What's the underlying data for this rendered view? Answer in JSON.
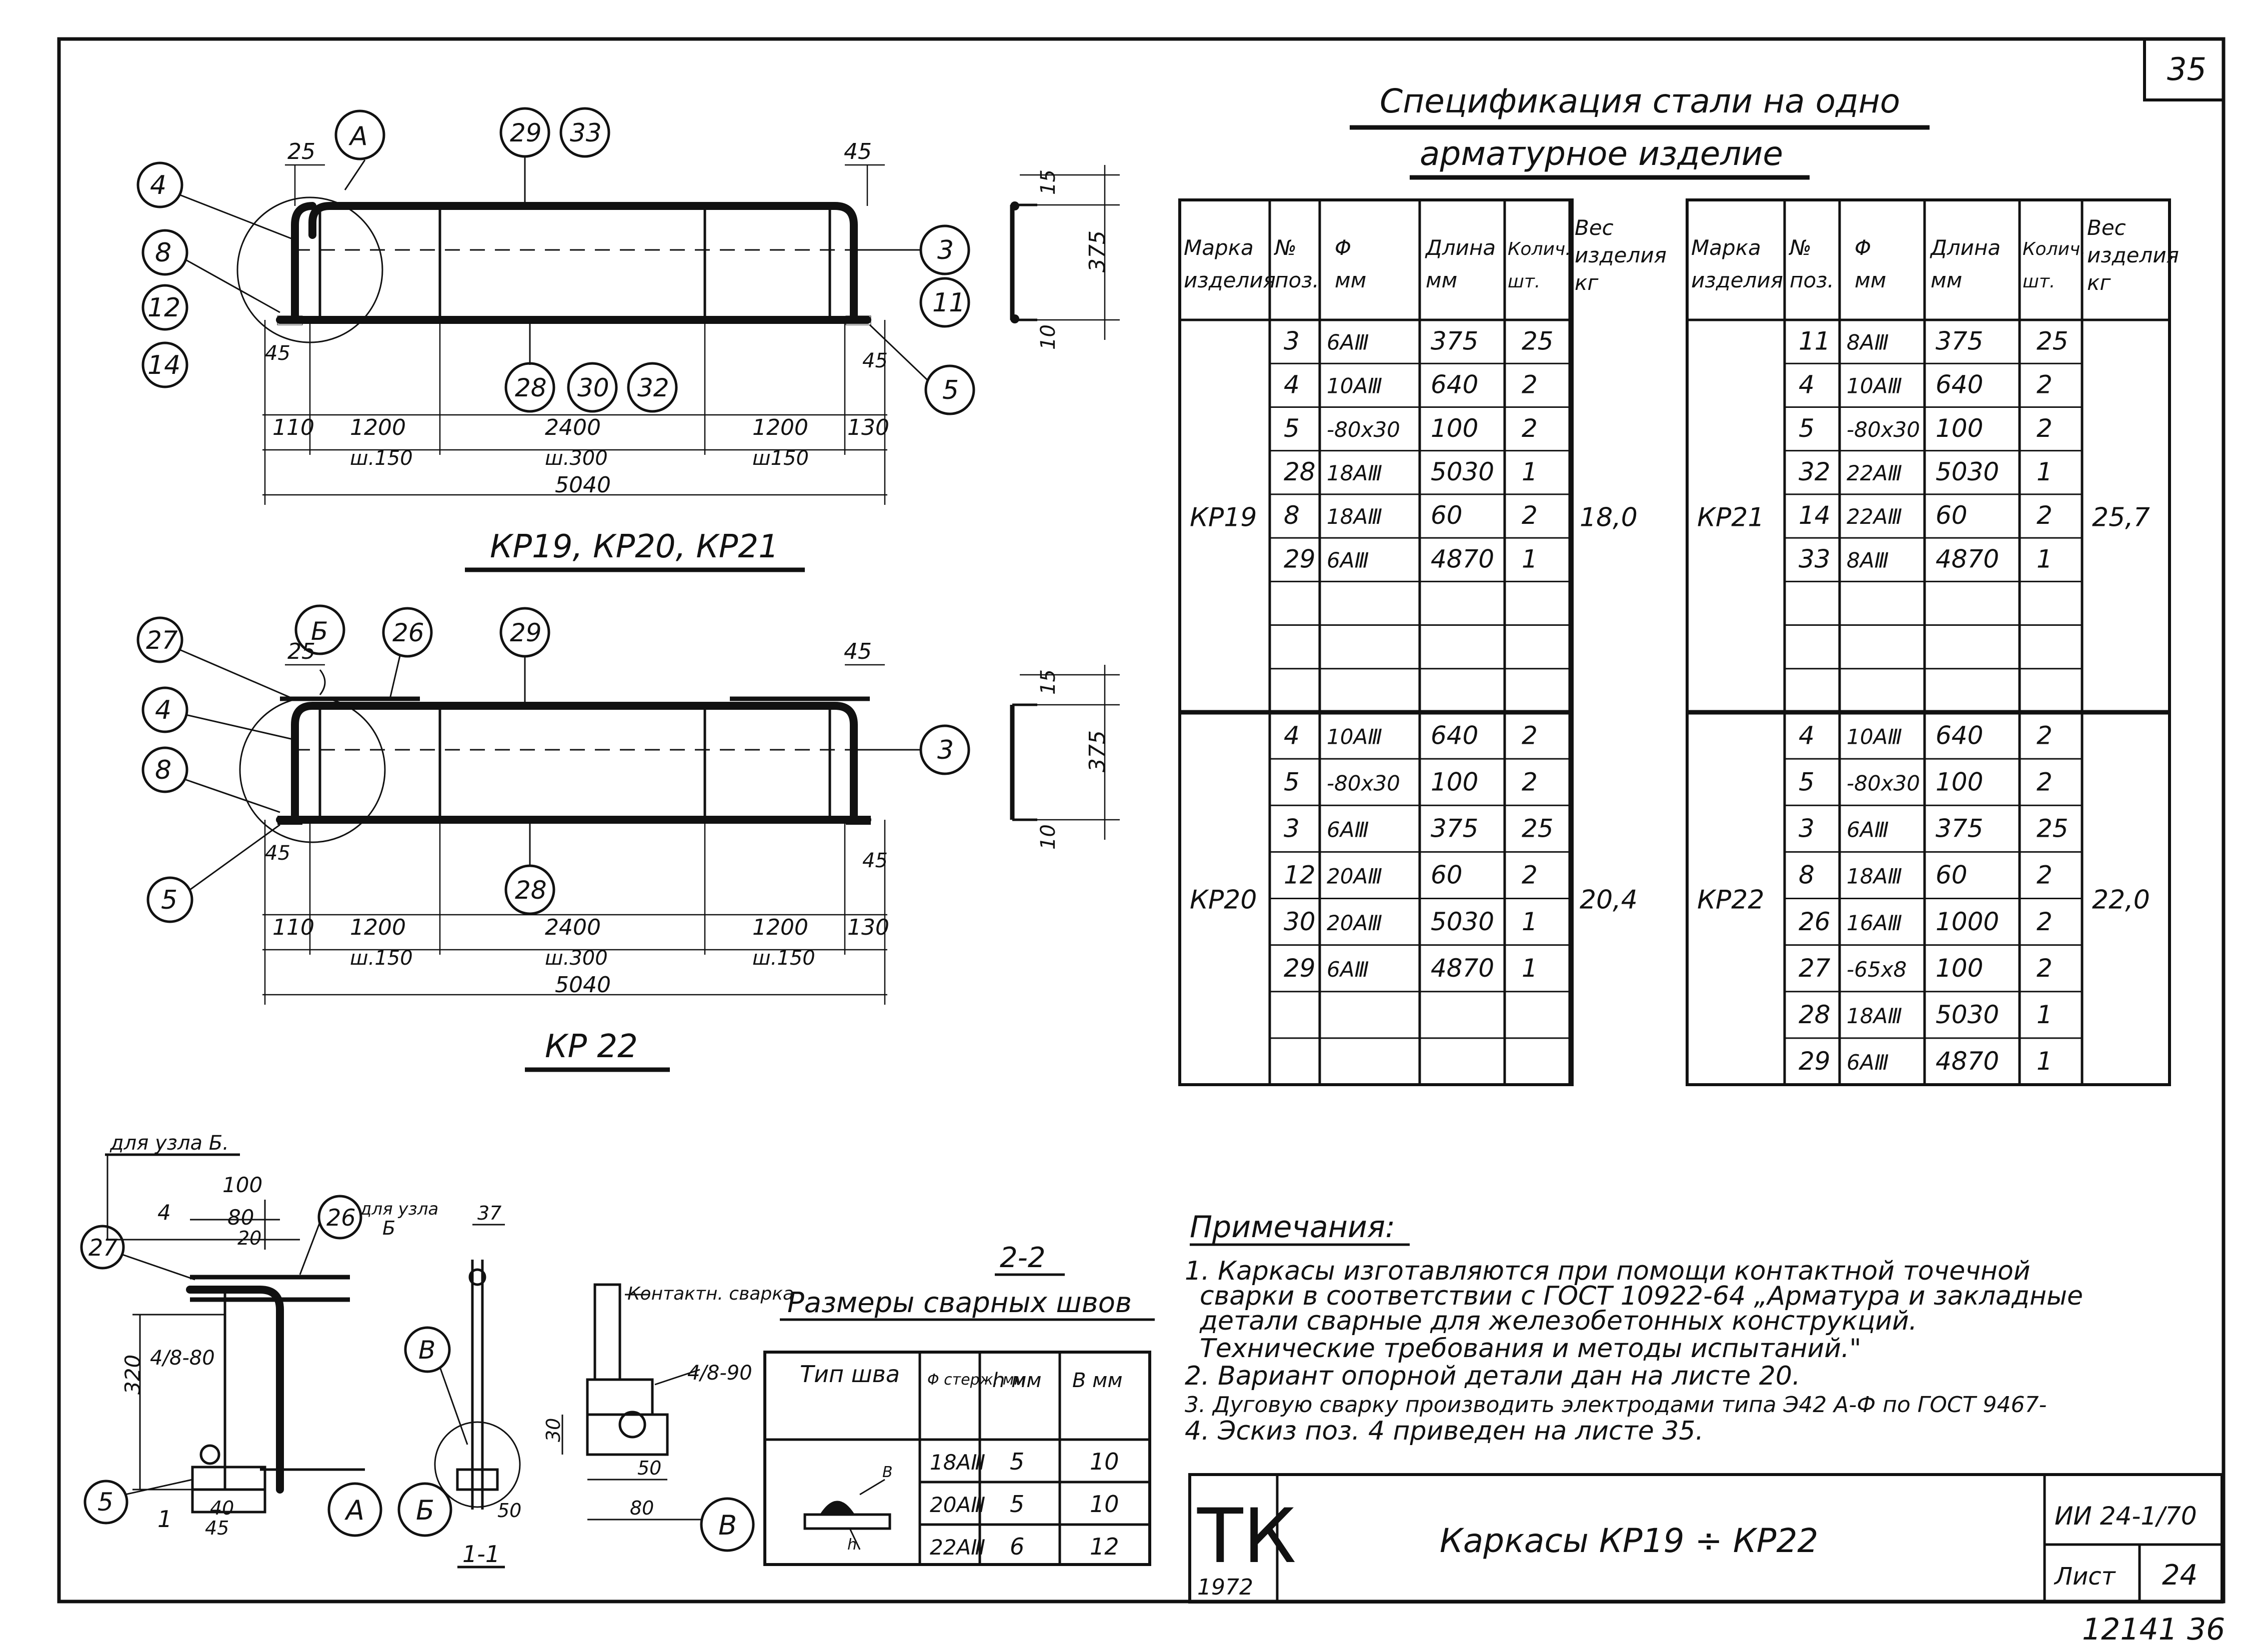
{
  "sheet": {
    "corner_number": "35",
    "bottom_code": "12141  36"
  },
  "spec": {
    "title_line1": "Спецификация   стали на одно",
    "title_line2": "арматурное изделие",
    "headers": [
      "Марка изделия",
      "№ поз.",
      "Φ мм",
      "Длина мм",
      "Колич. шт.",
      "Вес изделия кг"
    ],
    "left": [
      {
        "mark": "КР19",
        "weight": "18,0",
        "rows": [
          [
            "3",
            "6AⅢ",
            "375",
            "25"
          ],
          [
            "4",
            "10AⅢ",
            "640",
            "2"
          ],
          [
            "5",
            "-80x30",
            "100",
            "2"
          ],
          [
            "28",
            "18AⅢ",
            "5030",
            "1"
          ],
          [
            "8",
            "18AⅢ",
            "60",
            "2"
          ],
          [
            "29",
            "6AⅢ",
            "4870",
            "1"
          ]
        ]
      },
      {
        "mark": "КР20",
        "weight": "20,4",
        "rows": [
          [
            "4",
            "10AⅢ",
            "640",
            "2"
          ],
          [
            "5",
            "-80x30",
            "100",
            "2"
          ],
          [
            "3",
            "6AⅢ",
            "375",
            "25"
          ],
          [
            "12",
            "20AⅢ",
            "60",
            "2"
          ],
          [
            "30",
            "20AⅢ",
            "5030",
            "1"
          ],
          [
            "29",
            "6AⅢ",
            "4870",
            "1"
          ]
        ]
      }
    ],
    "right": [
      {
        "mark": "КР21",
        "weight": "25,7",
        "rows": [
          [
            "11",
            "8AⅢ",
            "375",
            "25"
          ],
          [
            "4",
            "10AⅢ",
            "640",
            "2"
          ],
          [
            "5",
            "-80x30",
            "100",
            "2"
          ],
          [
            "32",
            "22AⅢ",
            "5030",
            "1"
          ],
          [
            "14",
            "22AⅢ",
            "60",
            "2"
          ],
          [
            "33",
            "8AⅢ",
            "4870",
            "1"
          ]
        ]
      },
      {
        "mark": "КР22",
        "weight": "22,0",
        "rows": [
          [
            "4",
            "10AⅢ",
            "640",
            "2"
          ],
          [
            "5",
            "-80x30",
            "100",
            "2"
          ],
          [
            "3",
            "6AⅢ",
            "375",
            "25"
          ],
          [
            "8",
            "18AⅢ",
            "60",
            "2"
          ],
          [
            "26",
            "16AⅢ",
            "1000",
            "2"
          ],
          [
            "27",
            "-65x8",
            "100",
            "2"
          ],
          [
            "28",
            "18AⅢ",
            "5030",
            "1"
          ],
          [
            "29",
            "6AⅢ",
            "4870",
            "1"
          ]
        ]
      }
    ]
  },
  "drawing1": {
    "caption": "КР19,  КР20,  КР21",
    "dims_top": [
      "25",
      "45"
    ],
    "dims_side": [
      "45",
      "45"
    ],
    "dims_bottom": [
      "110",
      "1200",
      "2400",
      "1200",
      "130"
    ],
    "steps": [
      "ш.150",
      "ш.300",
      "ш150"
    ],
    "overall": "5040",
    "section_dims": [
      "15",
      "375",
      "10"
    ],
    "callouts_left": [
      "4",
      "8",
      "12",
      "14"
    ],
    "callout_node": "А",
    "callouts_top": [
      "29",
      "33"
    ],
    "callouts_bottom": [
      "28",
      "30",
      "32"
    ],
    "callouts_right": [
      "3",
      "11"
    ],
    "callout_plate": "5"
  },
  "drawing2": {
    "caption": "КР 22",
    "dims_top": [
      "25",
      "45"
    ],
    "dims_side": [
      "45",
      "45"
    ],
    "dims_bottom": [
      "110",
      "1200",
      "2400",
      "1200",
      "130"
    ],
    "steps": [
      "ш.150",
      "ш.300",
      "ш.150"
    ],
    "overall": "5040",
    "section_dims": [
      "15",
      "375",
      "10"
    ],
    "callouts_left": [
      "27",
      "4",
      "8",
      "5"
    ],
    "callout_node": "Б",
    "callouts_top": [
      "26",
      "29"
    ],
    "callouts_bottom": [
      "28"
    ],
    "callouts_right": [
      "3"
    ]
  },
  "details": {
    "for_node_b": "для узла Б.",
    "for_node_b2": "для узла",
    "for_node_b2_letter": "Б",
    "dims": [
      "100",
      "80",
      "20",
      "4",
      "37",
      "320",
      "30",
      "40",
      "45",
      "50",
      "50",
      "80"
    ],
    "weld_4_80": "4/8-80",
    "weld_4_90": "4/8-90",
    "contact_weld": "Контактн. сварка",
    "callouts": [
      "27",
      "26",
      "5",
      "В"
    ],
    "labels_circles": [
      "А",
      "Б",
      "В"
    ],
    "section_label": "1-1",
    "section_mark": "1"
  },
  "welds": {
    "section": "2-2",
    "title": "Размеры сварных швов",
    "headers": [
      "Тип шва",
      "Φ стерж. мм",
      "h мм",
      "В мм"
    ],
    "rows": [
      [
        "18AⅢ",
        "5",
        "10"
      ],
      [
        "20AⅢ",
        "5",
        "10"
      ],
      [
        "22AⅢ",
        "6",
        "12"
      ]
    ],
    "sketch_labels": [
      "В",
      "h"
    ]
  },
  "notes": {
    "title": "Примечания:",
    "lines": [
      "1. Каркасы изготавляются при помощи контактной точечной",
      "сварки в соответствии с ГОСТ 10922-64 „Арматура и закладные",
      "детали сварные для железобетонных конструкций.",
      "Технические требования и методы испытаний.\"",
      "2. Вариант   опорной детали дан на листе 20.",
      "3. Дуговую сварку производить электродами типа Э42 А-Ф по ГОСТ 9467-",
      "4. Эскиз поз. 4 приведен на листе 35."
    ]
  },
  "title_block": {
    "org": "ТК",
    "year": "1972",
    "title": "Каркасы  КР19 ÷ КР22",
    "series": "ИИ 24-1/70",
    "sheet_label": "Лист",
    "sheet_no": "24"
  }
}
